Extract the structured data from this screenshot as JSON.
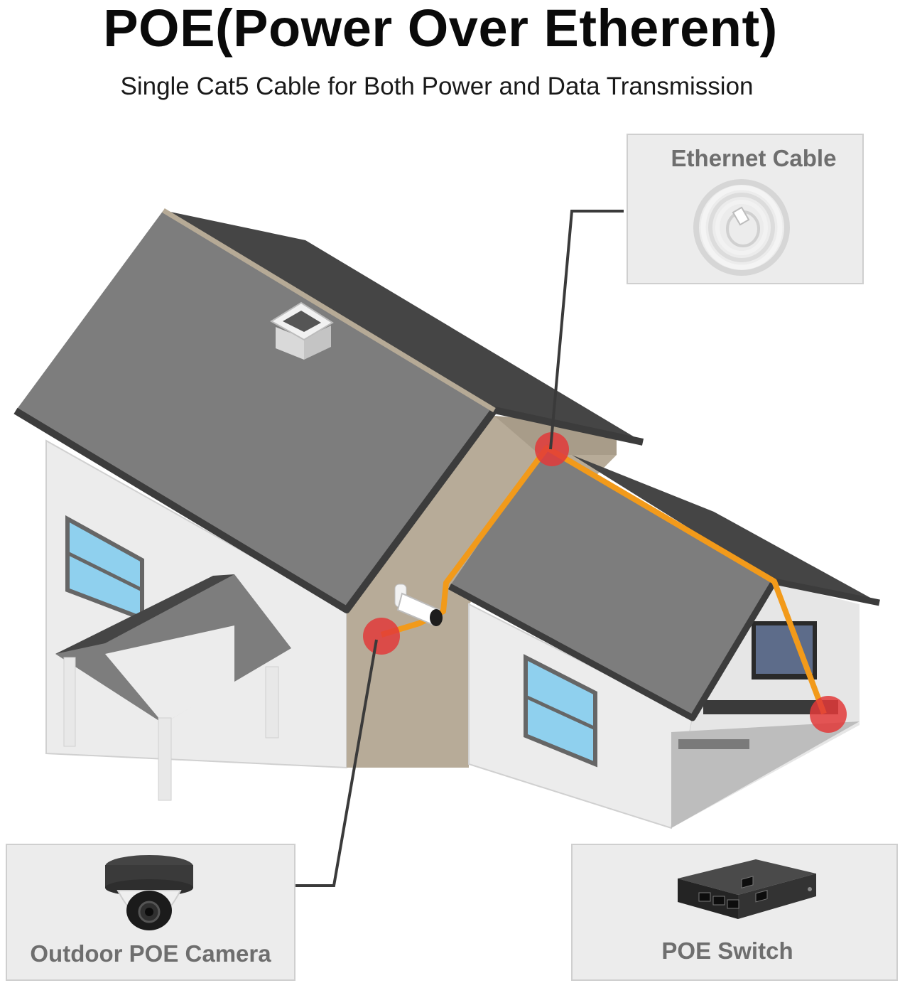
{
  "header": {
    "title": "POE(Power Over Etherent)",
    "subtitle": "Single Cat5 Cable for Both Power and Data Transmission"
  },
  "callouts": {
    "ethernet_cable": "Ethernet Cable",
    "outdoor_camera": "Outdoor POE Camera",
    "poe_switch": "POE Switch"
  },
  "colors": {
    "cable": "#f29a1a",
    "connection_point": "#e23a3a",
    "roof": "#7d7d7d",
    "roof_dark": "#454545",
    "wall_light": "#ececec",
    "wall_beige": "#b7ab98",
    "window": "#8fd0ee",
    "panel_bg": "#ececec"
  },
  "icons": [
    "ethernet-cable-coil-icon",
    "dome-camera-icon",
    "network-switch-icon",
    "bullet-camera-icon",
    "television-icon"
  ]
}
